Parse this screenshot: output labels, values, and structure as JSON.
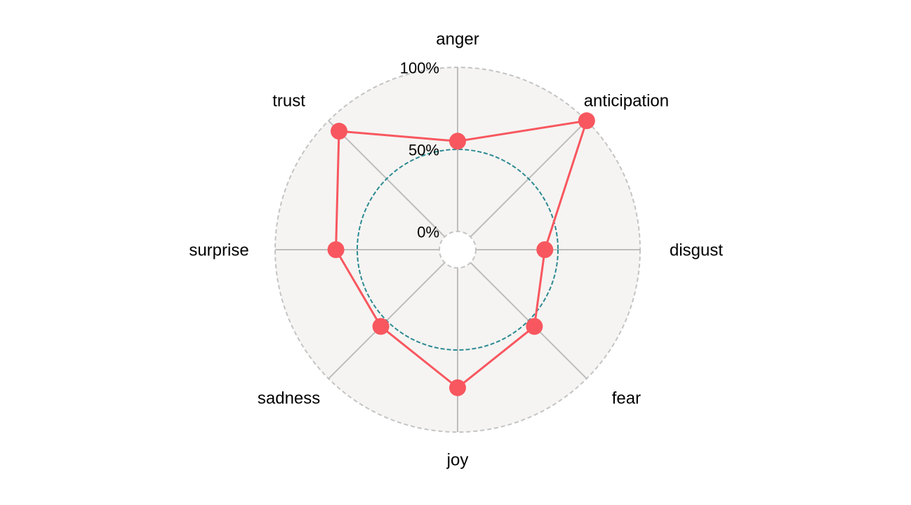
{
  "chart_data": {
    "type": "radar",
    "categories": [
      "anger",
      "anticipation",
      "disgust",
      "fear",
      "joy",
      "sadness",
      "surprise",
      "trust"
    ],
    "series": [
      {
        "values": [
          0.55,
          1.0,
          0.42,
          0.55,
          0.73,
          0.55,
          0.63,
          0.91
        ]
      }
    ],
    "reference_level": 0.5,
    "rlim": [
      0,
      1
    ],
    "radial_tick_labels": [
      "0%",
      "50%",
      "100%"
    ],
    "radial_ticks": [
      0,
      0.5,
      1.0
    ],
    "grid": true,
    "colors": {
      "series": "#F8575F",
      "reference": "#2C8A92",
      "panel": "#F5F4F2",
      "grid": "#BDBDBD",
      "outer_ring": "#C4C4C4"
    }
  }
}
